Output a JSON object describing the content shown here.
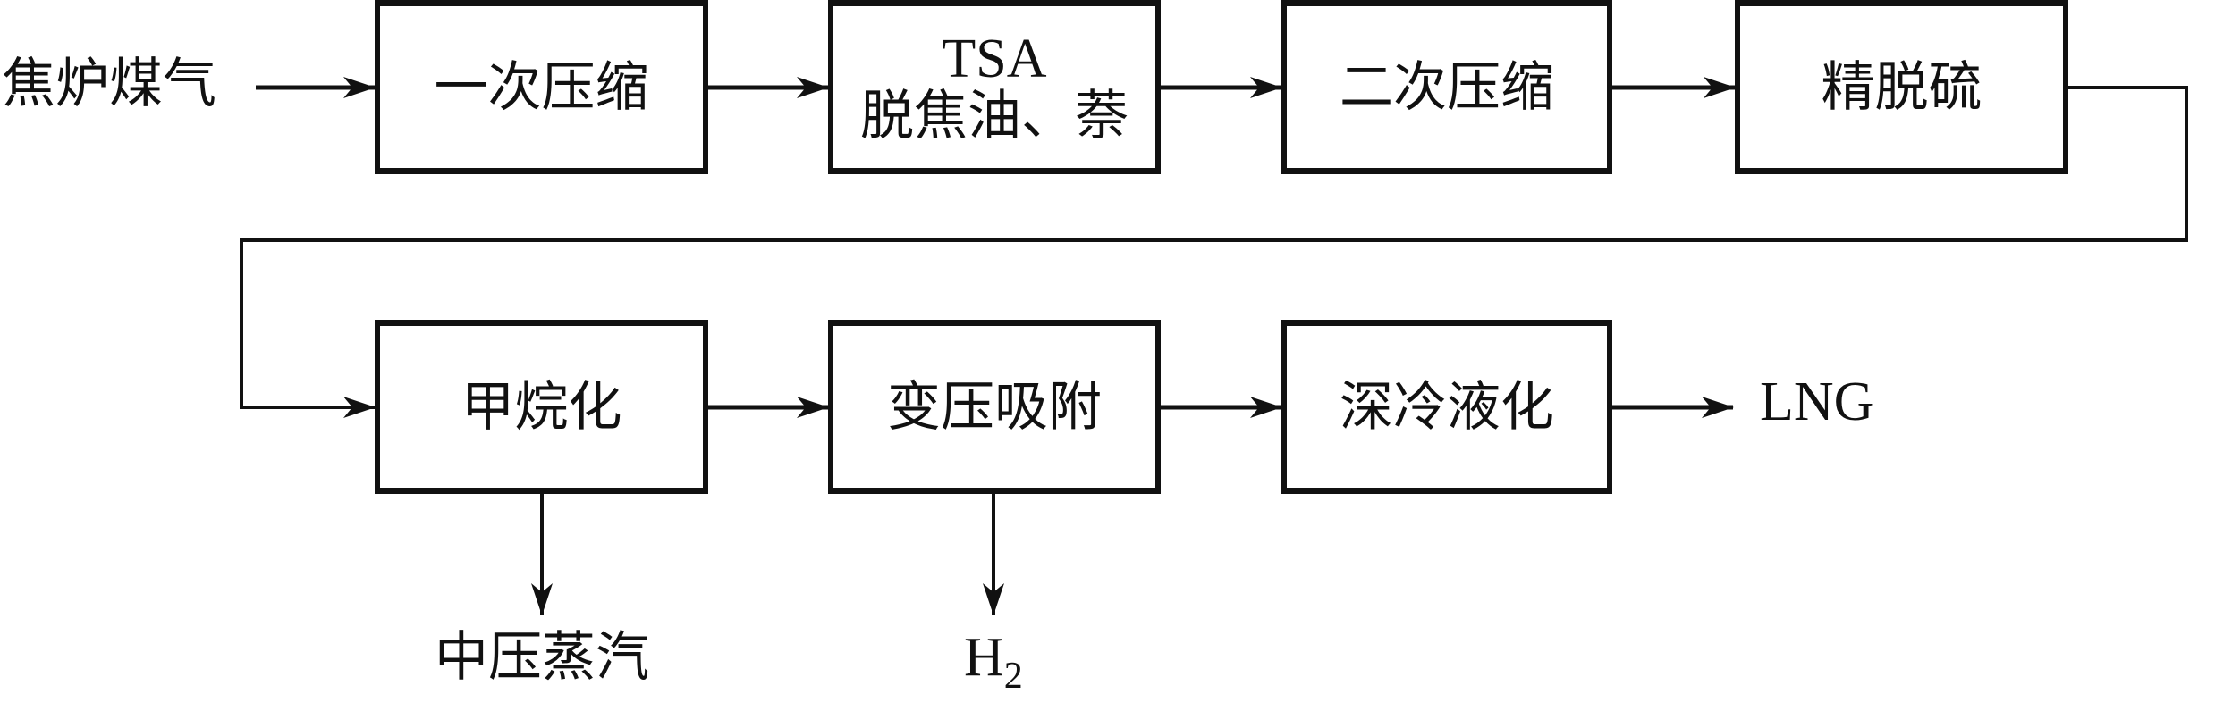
{
  "title": "焦炉煤气制LNG工艺流程",
  "input_label": "焦炉煤气",
  "row1": [
    {
      "id": "primary-compression",
      "lines": [
        "一次压缩"
      ]
    },
    {
      "id": "tsa-detar",
      "lines": [
        "TSA",
        "脱焦油、萘"
      ]
    },
    {
      "id": "secondary-compression",
      "lines": [
        "二次压缩"
      ]
    },
    {
      "id": "fine-desulfurization",
      "lines": [
        "精脱硫"
      ]
    }
  ],
  "row2": [
    {
      "id": "methanation",
      "lines": [
        "甲烷化"
      ]
    },
    {
      "id": "pressure-swing-adsorption",
      "lines": [
        "变压吸附"
      ]
    },
    {
      "id": "cryogenic-liquefaction",
      "lines": [
        "深冷液化"
      ]
    }
  ],
  "outputs": {
    "steam": "中压蒸汽",
    "hydrogen": {
      "base": "H",
      "sub": "2"
    },
    "lng": "LNG"
  },
  "colors": {
    "line": "#111111",
    "background": "#ffffff"
  }
}
